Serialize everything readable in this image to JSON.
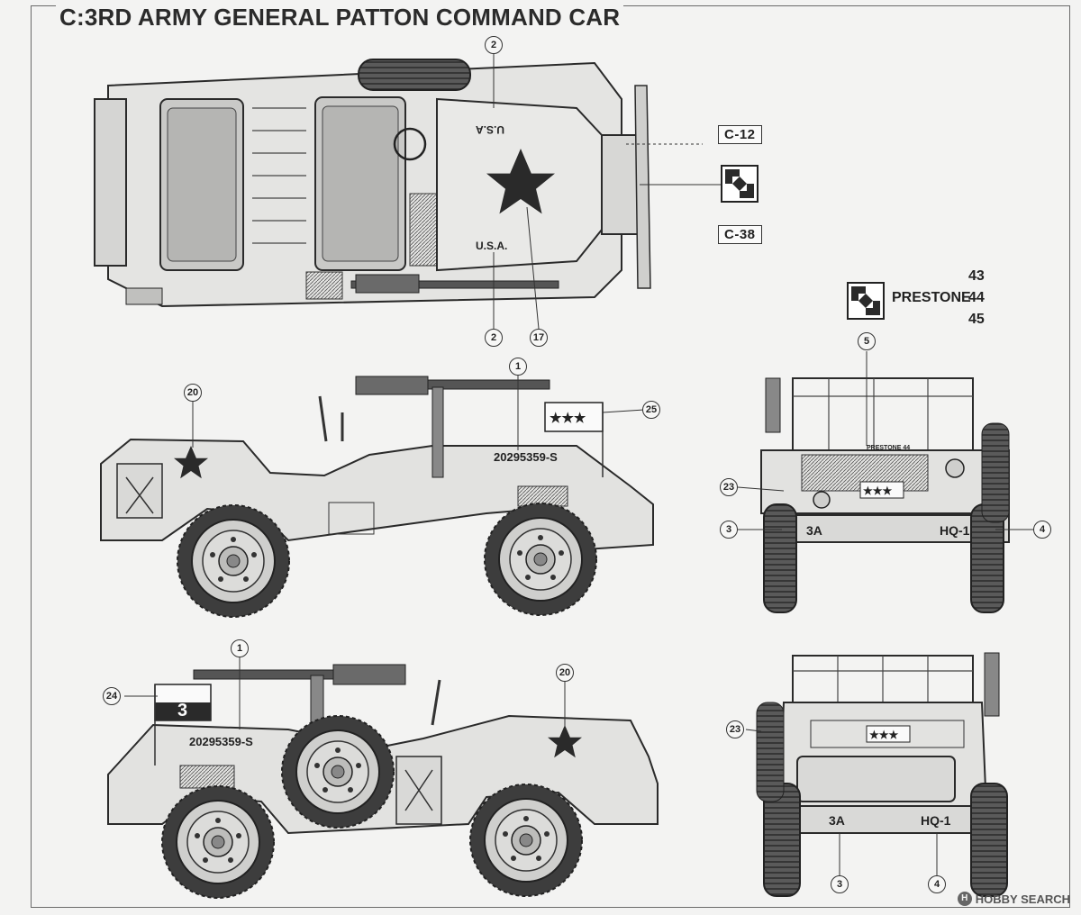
{
  "title": "C:3RD ARMY GENERAL PATTON  COMMAND CAR",
  "paint_codes": {
    "top_a": "C-12",
    "top_b": "C-38"
  },
  "prestone": {
    "label": "PRESTONE",
    "parts": [
      "43",
      "44",
      "45"
    ]
  },
  "callouts": {
    "top_front_upper": "2",
    "top_front_lower": "2",
    "top_star": "17",
    "left_hood": "1",
    "left_star": "20",
    "left_flag": "25",
    "front_windshield": "5",
    "front_left_tag": "23",
    "front_left_bumper": "3",
    "front_right_bumper": "4",
    "right_hood": "1",
    "right_flag": "24",
    "right_star": "20",
    "rear_tag": "23",
    "rear_left_bumper": "3",
    "rear_right_bumper": "4"
  },
  "markings": {
    "top_usa_front": "U.S.A",
    "top_usa_rear": "U.S.A.",
    "serial": "20295359-S",
    "bumper_left": "3A",
    "bumper_right": "HQ-1",
    "general_stars": "★★★",
    "flag_number": "3",
    "front_prestone_small": "PRESTONE 44"
  },
  "watermark": {
    "logo": "H",
    "text": "HOBBY SEARCH"
  },
  "colors": {
    "ink": "#2b2b2b",
    "paper": "#f3f3f2",
    "vehicle": "#e2e2e0"
  },
  "icons": [
    "paint-swatch-icon",
    "star-insignia-icon",
    "wheel-icon",
    "machine-gun-icon"
  ]
}
